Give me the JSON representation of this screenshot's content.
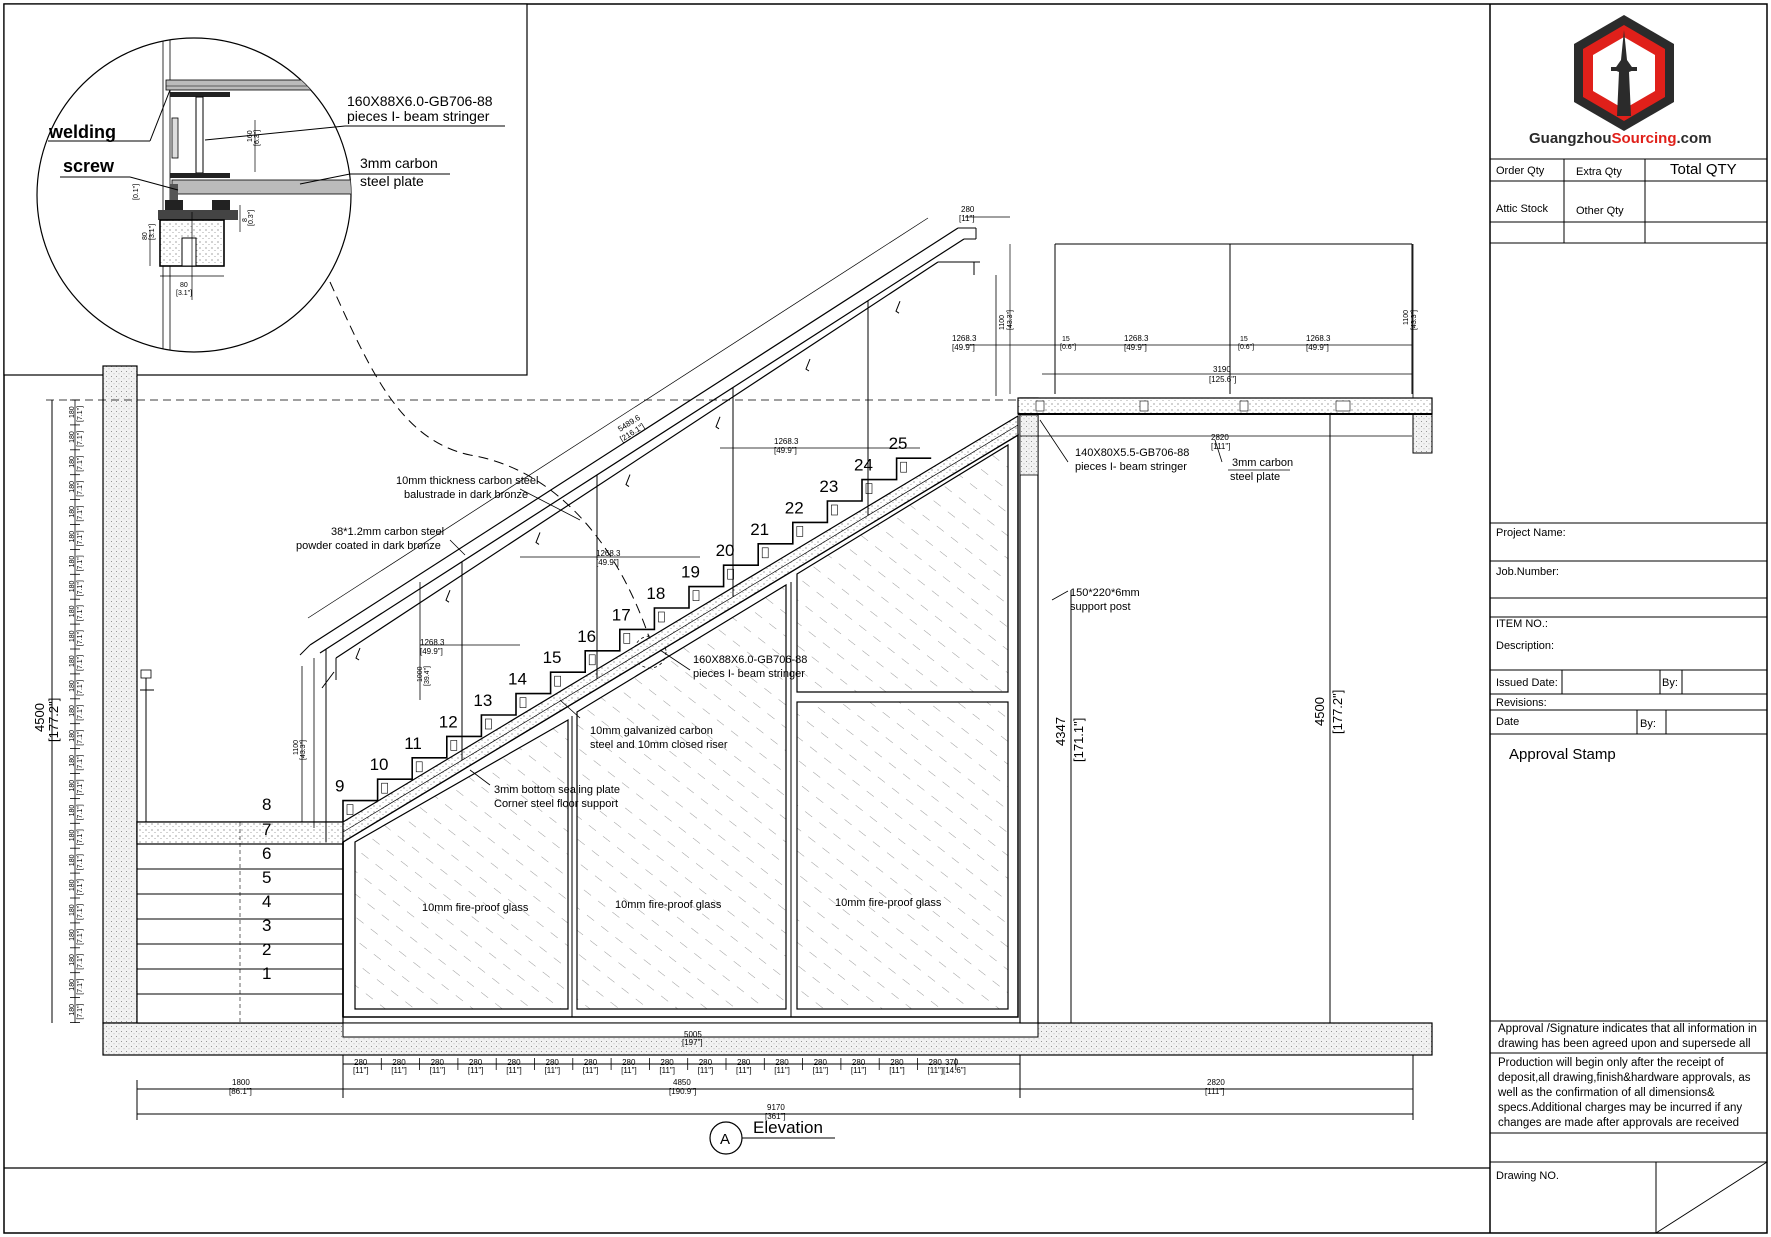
{
  "drawing": {
    "title": "Elevation",
    "section_mark": "A",
    "steps": [
      "1",
      "2",
      "3",
      "4",
      "5",
      "6",
      "7",
      "8",
      "9",
      "10",
      "11",
      "12",
      "13",
      "14",
      "15",
      "16",
      "17",
      "18",
      "19",
      "20",
      "21",
      "22",
      "23",
      "24",
      "25"
    ],
    "labels": {
      "detail_beam_spec": "160X88X6.0-GB706-88",
      "detail_beam_desc": "pieces I- beam stringer",
      "detail_plate_spec": "3mm carbon",
      "detail_plate_desc": "steel plate",
      "welding": "welding",
      "screw": "screw",
      "balustrade_spec": "10mm thickness carbon steel",
      "balustrade_desc": "balustrade in dark bronze",
      "handrail_spec": "38*1.2mm carbon steel",
      "handrail_desc": "powder coated in dark bronze",
      "stringer_spec": "160X88X6.0-GB706-88",
      "stringer_desc": "pieces I- beam stringer",
      "riser_spec": "10mm galvanized carbon",
      "riser_desc": "steel and 10mm closed riser",
      "bottom_plate_spec": "3mm bottom sealing plate",
      "bottom_plate_desc": "Corner steel floor support",
      "landing_beam_spec": "140X80X5.5-GB706-88",
      "landing_beam_desc": "pieces I- beam stringer",
      "landing_plate_spec": "3mm carbon",
      "landing_plate_desc": "steel plate",
      "post_spec": "150*220*6mm",
      "post_desc": "support post",
      "glass": "10mm fire-proof glass"
    },
    "dims": {
      "total_height": "4500",
      "total_height_in": "[177.2\"]",
      "post_height": "4347",
      "post_height_in": "[171.1\"]",
      "right_height": "4500",
      "right_height_in": "[177.2\"]",
      "bottom_left": "1800",
      "bottom_left_in": "[86.1\"]",
      "bottom_mid": "4850",
      "bottom_mid_in": "[190.9\"]",
      "bottom_right": "2820",
      "bottom_right_in": "[111\"]",
      "bottom_total": "9170",
      "bottom_total_in": "[361\"]",
      "floor_span": "5005",
      "floor_span_in": "[197\"]",
      "tread": "280",
      "tread_in": "[11\"]",
      "last_tread": "370",
      "last_tread_in": "[14.6\"]",
      "rail_length": "5489.6",
      "rail_length_in": "[216.1\"]",
      "landing_length": "3190",
      "landing_length_in": "[125.6\"]",
      "landing_depth": "2820",
      "landing_depth_in": "[111\"]",
      "panel": "1268.3",
      "panel_in": "[49.9\"]",
      "gap": "15",
      "gap_in": "[0.6\"]",
      "rail_height": "1100",
      "rail_height_in": "[43.3\"]",
      "rail_height_mid": "1000",
      "rail_height_mid_in": "[39.4\"]",
      "riser": "180",
      "riser_in": "[7.1\"]",
      "top_post": "280",
      "top_post_in": "[11\"]"
    }
  },
  "title_block": {
    "brand": "GuangzhouSourcing.com",
    "brand_prefix": "Guangzhou",
    "brand_accent": "Sourcing",
    "brand_suffix": ".com",
    "order_qty": "Order Qty",
    "extra_qty": "Extra Qty",
    "total_qty": "Total QTY",
    "attic_stock": "Attic Stock",
    "other_qty": "Other Qty",
    "project_name": "Project Name:",
    "job_number": "Job.Number:",
    "item_no": "ITEM NO.:",
    "description": "Description:",
    "issued_date": "Issued Date:",
    "by": "By:",
    "revisions": "Revisions:",
    "date": "Date",
    "by2": "By:",
    "approval_stamp": "Approval  Stamp",
    "approval_note": "Approval /Signature indicates that all information in drawing has been agreed upon and supersede all",
    "production_note": "Production will begin only after the receipt of deposit,all drawing,finish&hardware approvals, as well as the confirmation of all dimensions& specs.Additional charges may be incurred if any changes are made after approvals are received",
    "drawing_no": "Drawing NO."
  },
  "colors": {
    "line": "#000000",
    "brand_red": "#e0201a",
    "brand_dark": "#2b2b2b",
    "glass_hatch": "#9a9a9a"
  }
}
